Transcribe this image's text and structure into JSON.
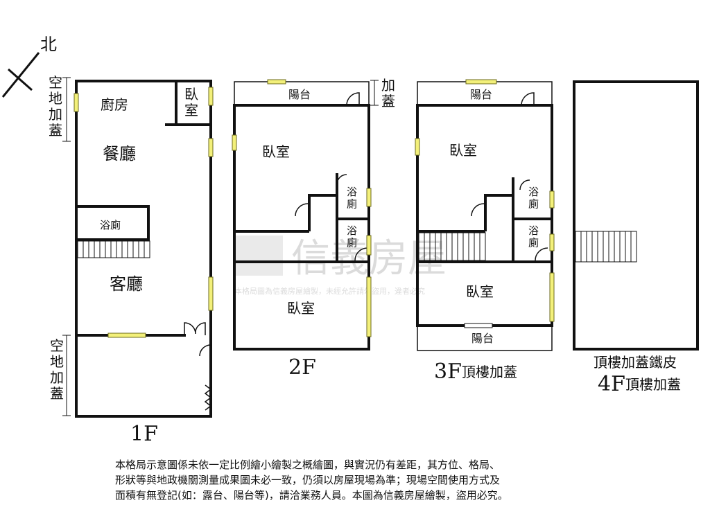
{
  "compass": {
    "north": "北"
  },
  "floor1": {
    "label": "1F",
    "rooms": {
      "kitchen": "廚房",
      "bedroom": "臥\n室",
      "dining": "餐廳",
      "bath": "浴廁",
      "living": "客廳"
    },
    "annex_top": "空\n地\n加\n蓋",
    "annex_bottom": "空\n地\n加\n蓋"
  },
  "floor2": {
    "label": "2F",
    "balcony": "陽台",
    "annex": "加\n蓋",
    "rooms": {
      "bedroom_top": "臥室",
      "bath1": "浴\n廁",
      "bath2": "浴\n廁",
      "bedroom_bottom": "臥室"
    }
  },
  "floor3": {
    "label": "3F",
    "label_note": "頂樓加蓋",
    "balcony_top": "陽台",
    "balcony_bottom": "陽台",
    "rooms": {
      "bedroom_top": "臥室",
      "bath1": "浴\n廁",
      "bath2": "浴\n廁",
      "bedroom_bottom": "臥室"
    }
  },
  "floor4": {
    "label": "4F",
    "label_note": "頂樓加蓋",
    "roof_note": "頂樓加蓋鐵皮"
  },
  "watermark": {
    "brand": "信義房屋",
    "text": "本格局圖為信義房屋繪製，未經允許請勿盜用，違者必究"
  },
  "notes": [
    "本格局示意圖係未依一定比例繪小繪製之概繪圖，與實況仍有差距，其方位、格局、",
    "形狀等與地政機關測量成果圖未必一致，仍須以房屋現場為準；現場空間使用方式及",
    "面積有無登記(如：露台、陽台等)，請洽業務人員。本圖為信義房屋繪製，盜用必究。"
  ]
}
